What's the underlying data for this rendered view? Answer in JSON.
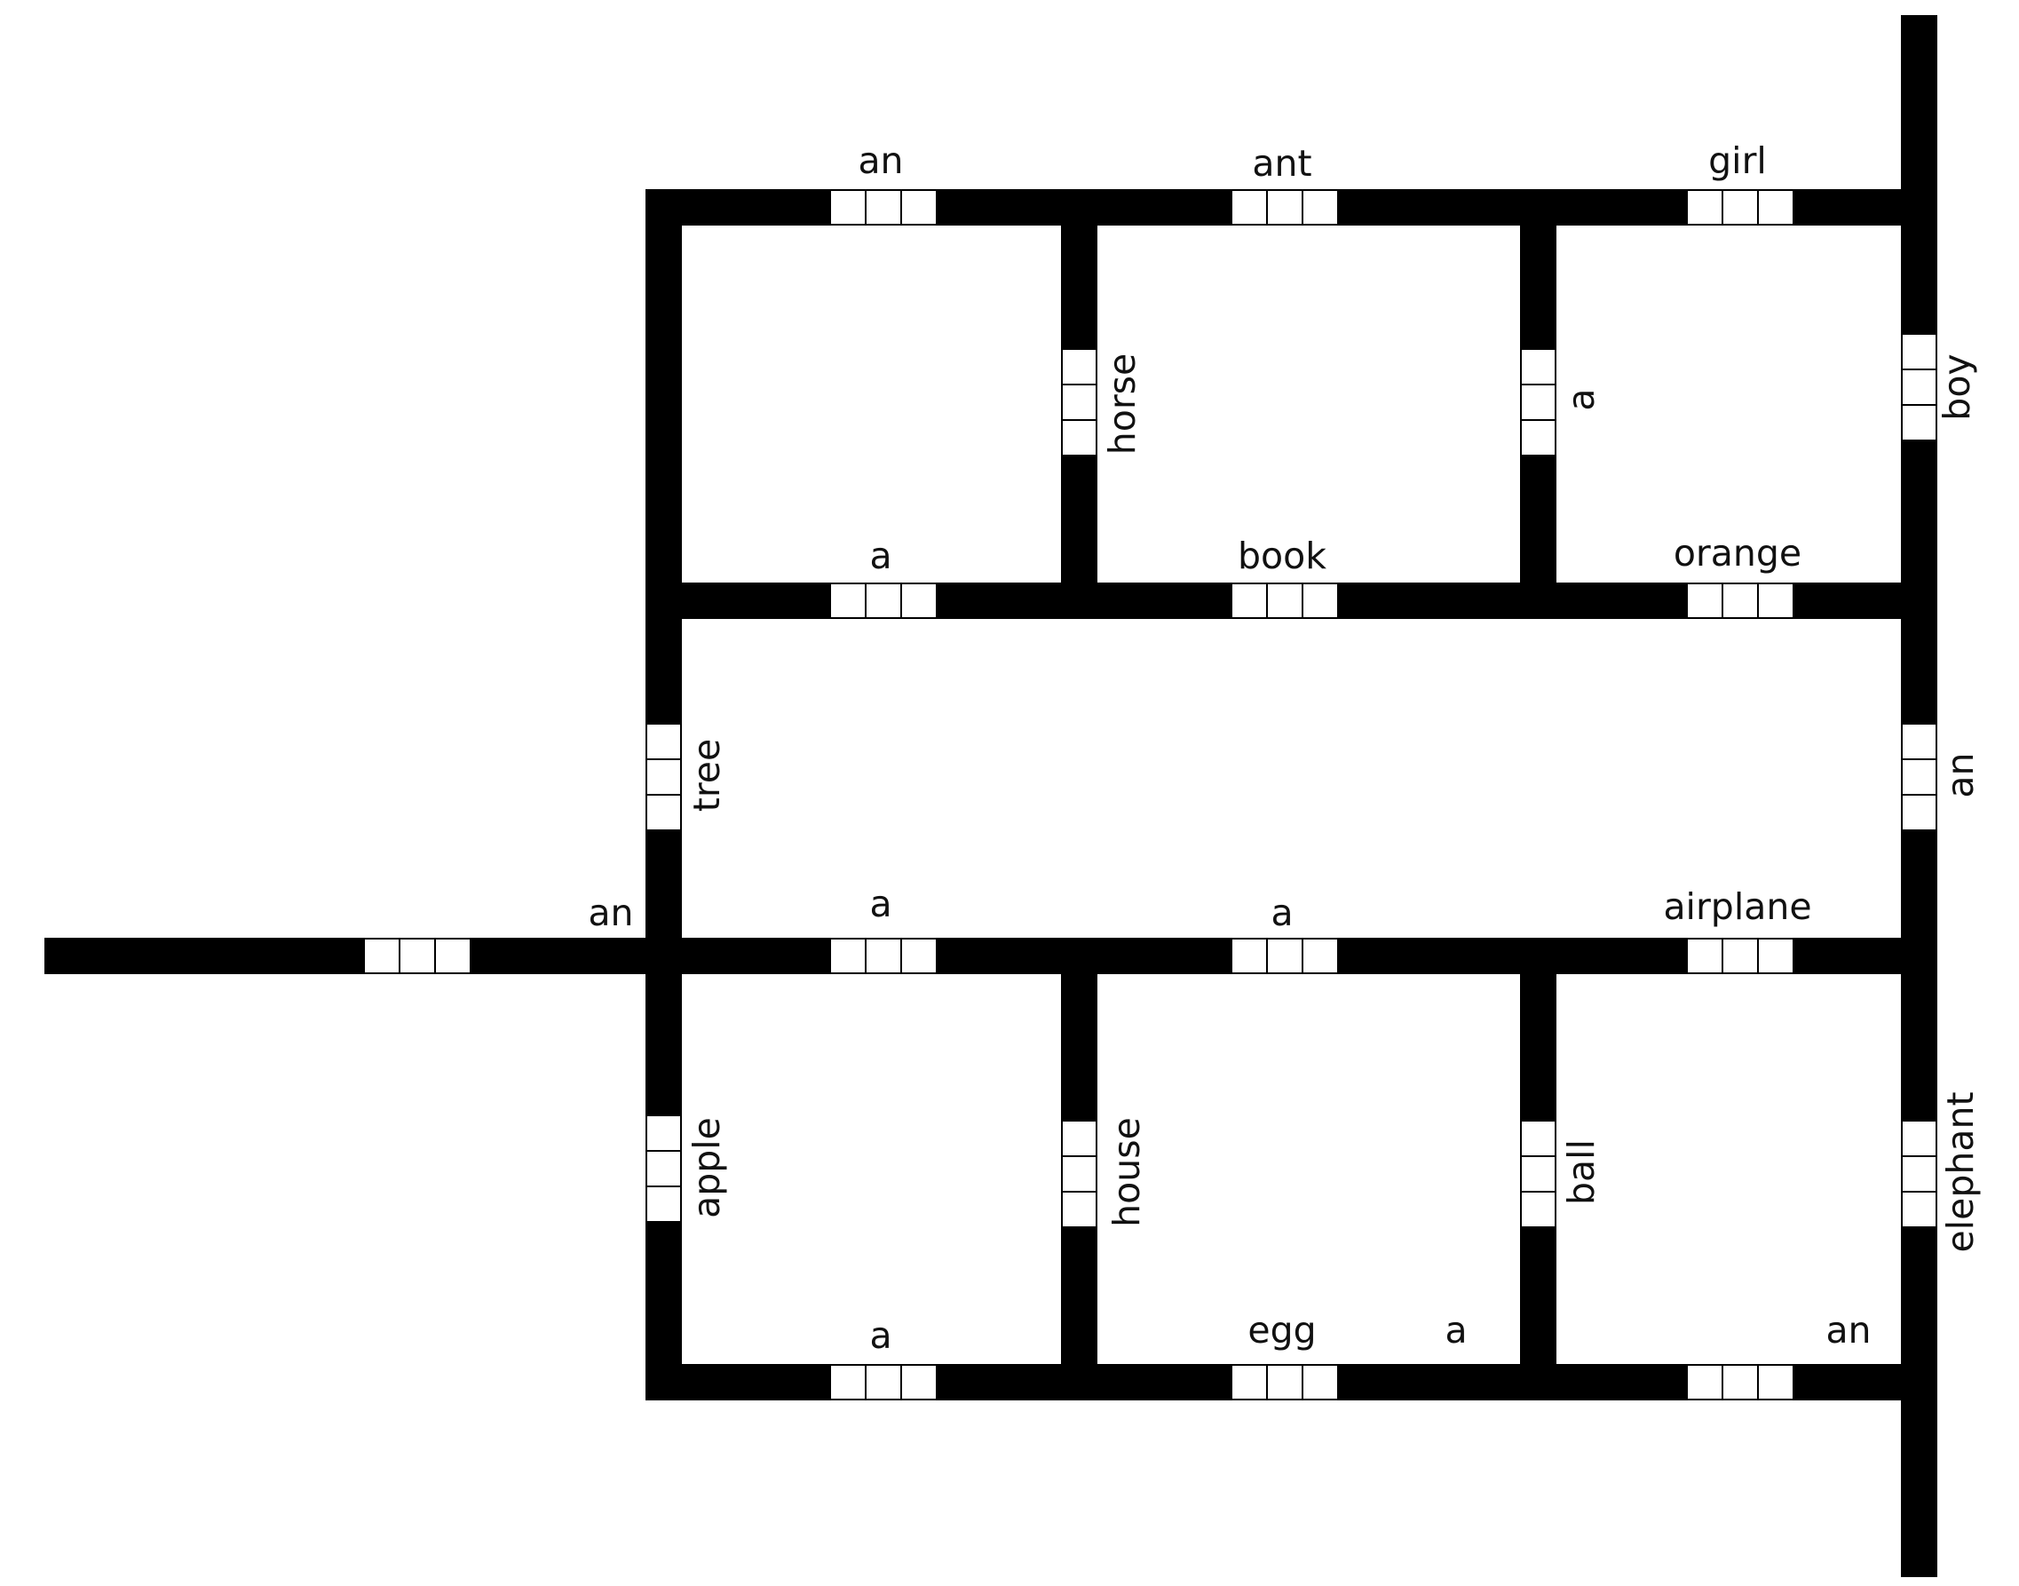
{
  "colors": {
    "wall": "#000000",
    "background": "#ffffff",
    "door": "#ffffff",
    "door_line": "#000000",
    "text": "#111111"
  },
  "labels": {
    "entrance": "an",
    "top_left": "an",
    "top_mid": "ant",
    "top_right": "girl",
    "right_upper": "boy",
    "v_horse": "horse",
    "v_a_upper": "a",
    "row2_left": "a",
    "row2_mid": "book",
    "row2_right": "orange",
    "left_tree": "tree",
    "right_an": "an",
    "row3_left": "a",
    "row3_mid": "a",
    "row3_right": "airplane",
    "left_apple": "apple",
    "v_house": "house",
    "v_ball": "ball",
    "right_elephant": "elephant",
    "bottom_left": "a",
    "bottom_mid": "egg",
    "bottom_a": "a",
    "bottom_an": "an"
  }
}
